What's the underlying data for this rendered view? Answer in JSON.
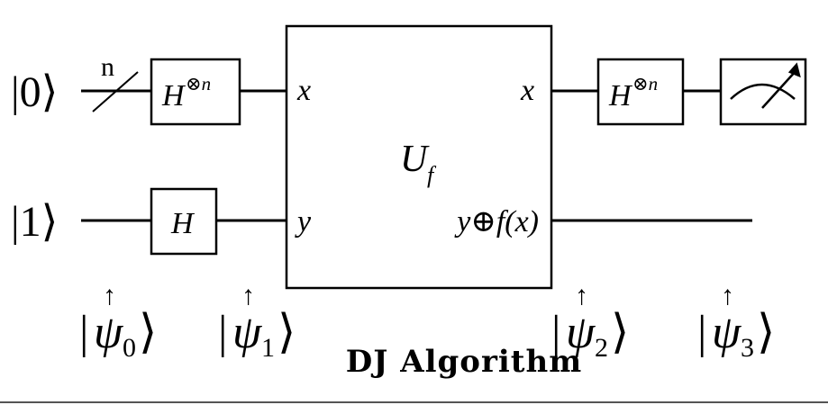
{
  "inputs": {
    "top_ket": "|0⟩",
    "bottom_ket": "|1⟩",
    "register_size": "n"
  },
  "gates": {
    "hadamard_n_base": "H",
    "hadamard_n_sup": "⊗n",
    "hadamard_single": "H",
    "oracle_main": "U",
    "oracle_sub": "f"
  },
  "oracle_ports": {
    "in_top": "x",
    "in_bottom": "y",
    "out_top": "x",
    "out_bottom": "y⊕f(x)"
  },
  "states": [
    {
      "psi": "ψ",
      "sub": "0"
    },
    {
      "psi": "ψ",
      "sub": "1"
    },
    {
      "psi": "ψ",
      "sub": "2"
    },
    {
      "psi": "ψ",
      "sub": "3"
    }
  ],
  "arrow_glyph": "↑",
  "bar": "|",
  "rangle": "⟩",
  "caption": "DJ Algorithm"
}
